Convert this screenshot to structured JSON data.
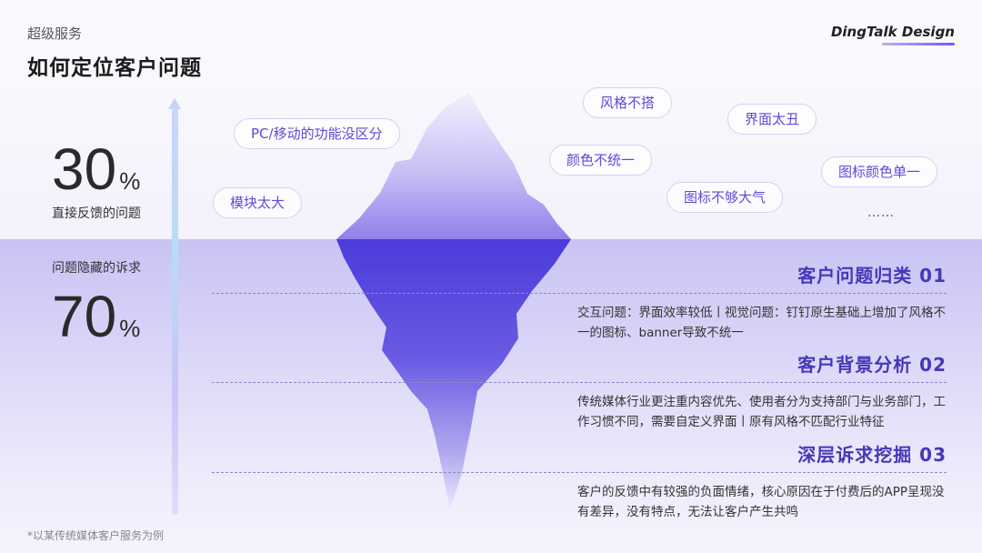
{
  "header": {
    "eyebrow": "超级服务",
    "title": "如何定位客户问题",
    "brand": "DingTalk Design"
  },
  "stats": {
    "visible": {
      "value": "30",
      "unit": "%",
      "caption": "直接反馈的问题"
    },
    "hidden": {
      "value": "70",
      "unit": "%",
      "caption": "问题隐藏的诉求"
    }
  },
  "feedback_tags": {
    "pc_mobile": "PC/移动的功能没区分",
    "blocks_too_big": "模块太大",
    "style_mismatch": "风格不搭",
    "interface_ugly": "界面太丑",
    "color_inconsistent": "颜色不统一",
    "icon_not_grand": "图标不够大气",
    "icon_color_single": "图标颜色单一",
    "more": "……"
  },
  "sections": [
    {
      "heading": "客户问题归类 01",
      "body": "交互问题：界面效率较低丨视觉问题：钉钉原生基础上增加了风格不一的图标、banner导致不统一"
    },
    {
      "heading": "客户背景分析 02",
      "body": "传统媒体行业更注重内容优先、使用者分为支持部门与业务部门，工作习惯不同，需要自定义界面丨原有风格不匹配行业特征"
    },
    {
      "heading": "深层诉求挖掘 03",
      "body": "客户的反馈中有较强的负面情绪，核心原因在于付费后的APP呈现没有差异，没有特点，无法让客户产生共鸣"
    }
  ],
  "footnote": "*以某传统媒体客户服务为例",
  "colors": {
    "accent": "#4638b8",
    "iceberg_top": "#b4aaf2",
    "iceberg_bottom": "#4d3dde"
  }
}
